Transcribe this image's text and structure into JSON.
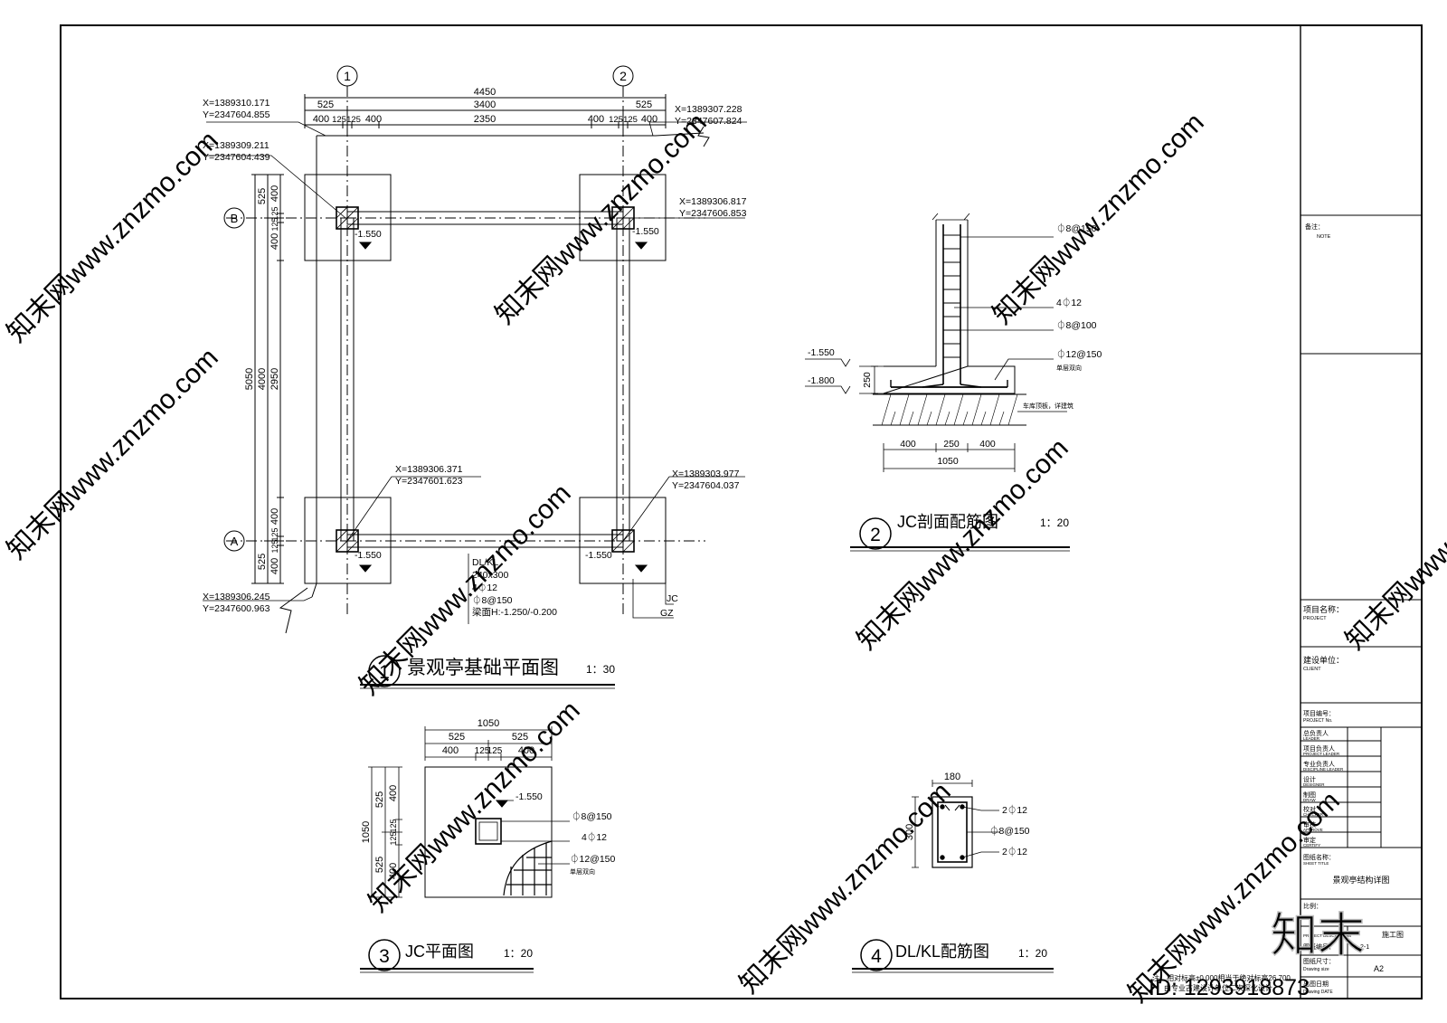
{
  "plan1": {
    "title": "景观亭基础平面图",
    "scale": "1：30",
    "number": "1",
    "axes": {
      "col1": "1",
      "col2": "2",
      "rowB": "B",
      "rowA": "A"
    },
    "top_dims": {
      "overall": "4450",
      "row2": [
        "525",
        "3400",
        "525"
      ],
      "row3": [
        "400",
        "125",
        "125",
        "400",
        "2350",
        "400",
        "125",
        "125",
        "400"
      ]
    },
    "left_dims": {
      "overall": "5050",
      "row2": [
        "525",
        "4000",
        "525"
      ],
      "row3": [
        "400",
        "125",
        "125",
        "400",
        "2950",
        "400",
        "125",
        "125",
        "400"
      ]
    },
    "coords": {
      "c1": [
        "X=1389310.171",
        "Y=2347604.855"
      ],
      "c2": [
        "X=1389307.228",
        "Y=2347607.824"
      ],
      "c3": [
        "X=1389309.211",
        "Y=2347604.439"
      ],
      "c4": [
        "X=1389306.817",
        "Y=2347606.853"
      ],
      "c5": [
        "X=1389306.371",
        "Y=2347601.623"
      ],
      "c6": [
        "X=1389303.977",
        "Y=2347604.037"
      ],
      "c7": [
        "X=1389306.245",
        "Y=2347600.963"
      ]
    },
    "elevation": "-1.550",
    "beam_note": [
      "DL/KL",
      "240x300",
      "4⏀12",
      "⏀8@150",
      "梁面H:-1.250/-0.200"
    ],
    "labels": {
      "jc": "JC",
      "gz": "GZ"
    }
  },
  "section2": {
    "title": "JC剖面配筋图",
    "scale": "1：20",
    "number": "2",
    "rebar": [
      "⏀8@150",
      "4⏀12",
      "⏀8@100",
      "⏀12@150",
      "单层双向"
    ],
    "elev_top": "-1.550",
    "elev_bottom": "-1.800",
    "height_dim": "250",
    "note": "车库顶板，详建筑",
    "bottom_dims": [
      "400",
      "250",
      "400"
    ],
    "bottom_total": "1050"
  },
  "plan3": {
    "title": "JC平面图",
    "scale": "1：20",
    "number": "3",
    "top_dims": {
      "overall": "1050",
      "row2": [
        "525",
        "525"
      ],
      "row3": [
        "400",
        "125",
        "125",
        "400"
      ]
    },
    "left_dims": {
      "overall": "1050",
      "row2": [
        "525",
        "525"
      ],
      "row3": [
        "400",
        "125",
        "125",
        "400"
      ]
    },
    "elevation": "-1.550",
    "rebar": [
      "⏀8@150",
      "4⏀12",
      "⏀12@150",
      "单层双向"
    ]
  },
  "section4": {
    "title": "DL/KL配筋图",
    "scale": "1：20",
    "number": "4",
    "width_dim": "180",
    "height_dim": "300",
    "rebar": [
      "2⏀12",
      "⏀8@150",
      "2⏀12"
    ]
  },
  "note": {
    "line1": "注：相对标高±0.000相当于绝对标高26.700",
    "line2": "由专业古建设计单位二次深化设计"
  },
  "titleblock": {
    "note_cn": "备注：",
    "note_en": "NOTE",
    "project_cn": "项目名称：",
    "project_en": "PROJECT",
    "client_cn": "建设单位：",
    "client_en": "CLIENT",
    "projno_cn": "项目编号：",
    "projno_en": "PROJECT No.",
    "roles": [
      {
        "cn": "总负责人",
        "en": "LEADER"
      },
      {
        "cn": "项目负责人",
        "en": "PROJECT LEADER"
      },
      {
        "cn": "专业负责人",
        "en": "DISCIPLINE LEADER"
      },
      {
        "cn": "设计",
        "en": "DESIGNER"
      },
      {
        "cn": "制图",
        "en": "DRAW"
      },
      {
        "cn": "校对",
        "en": "CHECKER"
      },
      {
        "cn": "审核",
        "en": "APPROVE"
      },
      {
        "cn": "审定",
        "en": "CERTIFY"
      }
    ],
    "sheet_title_cn": "图纸名称：",
    "sheet_title_en": "SHEET TITLE",
    "sheet_title": "景观亭结构详图",
    "scale_cn": "比例：",
    "desc_en": "PROJECT DESCRIPTION",
    "stage": "施工图",
    "sheetno_cn": "图纸编号：",
    "sheetno_partial": "2-1",
    "size_cn": "图纸尺寸：",
    "size_en": "Drawing size",
    "size": "A2",
    "date_cn": "出图日期",
    "date_en": "Drawing DATE"
  },
  "watermark": {
    "repeat": "知末网www.znzmo.com",
    "logo": "知末",
    "id": "ID: 1293918873"
  }
}
